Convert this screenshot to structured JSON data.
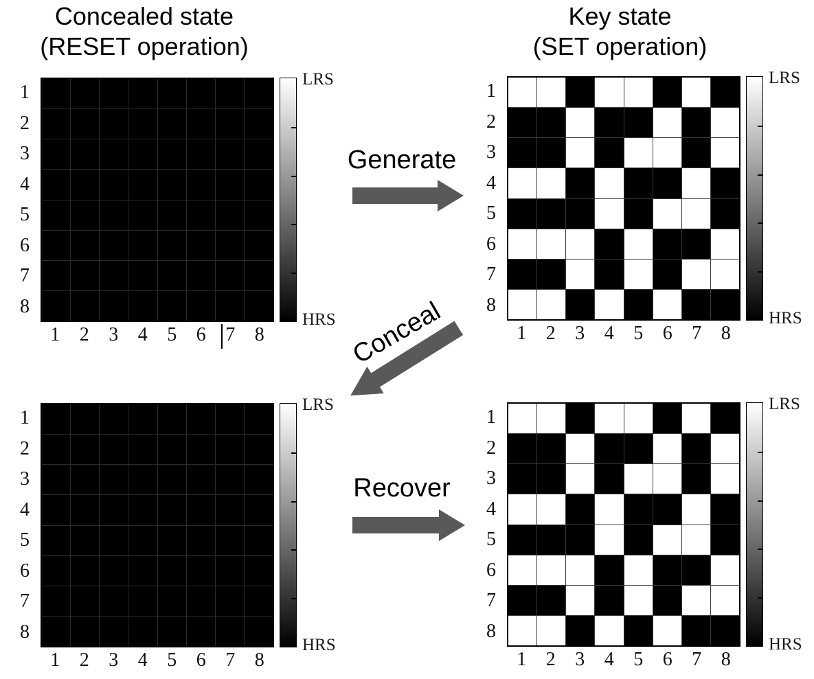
{
  "titles": {
    "left_line1": "Concealed state",
    "left_line2": "(RESET operation)",
    "right_line1": "Key state",
    "right_line2": "(SET operation)"
  },
  "arrows": {
    "generate_label": "Generate",
    "conceal_label": "Conceal",
    "recover_label": "Recover",
    "color": "#595959"
  },
  "colorbar": {
    "top_label": "LRS",
    "bottom_label": "HRS",
    "top_color": "#ffffff",
    "bottom_color": "#000000"
  },
  "axis": {
    "x_labels": [
      "1",
      "2",
      "3",
      "4",
      "5",
      "6",
      "7",
      "8"
    ],
    "y_labels": [
      "1",
      "2",
      "3",
      "4",
      "5",
      "6",
      "7",
      "8"
    ]
  },
  "chart_data": [
    {
      "type": "heatmap",
      "name": "concealed-state-top",
      "title": "Concealed state (RESET operation)",
      "x": [
        1,
        2,
        3,
        4,
        5,
        6,
        7,
        8
      ],
      "y": [
        1,
        2,
        3,
        4,
        5,
        6,
        7,
        8
      ],
      "legend": {
        "high": "LRS",
        "low": "HRS"
      },
      "value_encoding": "1 = LRS (white), 0 = HRS (black)",
      "matrix": [
        [
          0,
          0,
          0,
          0,
          0,
          0,
          0,
          0
        ],
        [
          0,
          0,
          0,
          0,
          0,
          0,
          0,
          0
        ],
        [
          0,
          0,
          0,
          0,
          0,
          0,
          0,
          0
        ],
        [
          0,
          0,
          0,
          0,
          0,
          0,
          0,
          0
        ],
        [
          0,
          0,
          0,
          0,
          0,
          0,
          0,
          0
        ],
        [
          0,
          0,
          0,
          0,
          0,
          0,
          0,
          0
        ],
        [
          0,
          0,
          0,
          0,
          0,
          0,
          0,
          0
        ],
        [
          0,
          0,
          0,
          0,
          0,
          0,
          0,
          0
        ]
      ]
    },
    {
      "type": "heatmap",
      "name": "key-state-top",
      "title": "Key state (SET operation)",
      "x": [
        1,
        2,
        3,
        4,
        5,
        6,
        7,
        8
      ],
      "y": [
        1,
        2,
        3,
        4,
        5,
        6,
        7,
        8
      ],
      "legend": {
        "high": "LRS",
        "low": "HRS"
      },
      "value_encoding": "1 = LRS (white), 0 = HRS (black)",
      "matrix": [
        [
          1,
          1,
          0,
          1,
          1,
          0,
          1,
          0
        ],
        [
          0,
          0,
          1,
          0,
          0,
          1,
          0,
          1
        ],
        [
          0,
          0,
          1,
          0,
          1,
          1,
          0,
          1
        ],
        [
          1,
          1,
          0,
          1,
          0,
          0,
          1,
          0
        ],
        [
          0,
          0,
          0,
          1,
          0,
          1,
          1,
          0
        ],
        [
          1,
          1,
          1,
          0,
          1,
          0,
          0,
          1
        ],
        [
          0,
          0,
          1,
          0,
          1,
          0,
          1,
          1
        ],
        [
          1,
          1,
          0,
          1,
          0,
          1,
          0,
          0
        ]
      ]
    },
    {
      "type": "heatmap",
      "name": "concealed-state-bottom",
      "title": "",
      "x": [
        1,
        2,
        3,
        4,
        5,
        6,
        7,
        8
      ],
      "y": [
        1,
        2,
        3,
        4,
        5,
        6,
        7,
        8
      ],
      "legend": {
        "high": "LRS",
        "low": "HRS"
      },
      "value_encoding": "1 = LRS (white), 0 = HRS (black)",
      "matrix": [
        [
          0,
          0,
          0,
          0,
          0,
          0,
          0,
          0
        ],
        [
          0,
          0,
          0,
          0,
          0,
          0,
          0,
          0
        ],
        [
          0,
          0,
          0,
          0,
          0,
          0,
          0,
          0
        ],
        [
          0,
          0,
          0,
          0,
          0,
          0,
          0,
          0
        ],
        [
          0,
          0,
          0,
          0,
          0,
          0,
          0,
          0
        ],
        [
          0,
          0,
          0,
          0,
          0,
          0,
          0,
          0
        ],
        [
          0,
          0,
          0,
          0,
          0,
          0,
          0,
          0
        ],
        [
          0,
          0,
          0,
          0,
          0,
          0,
          0,
          0
        ]
      ]
    },
    {
      "type": "heatmap",
      "name": "key-state-bottom",
      "title": "",
      "x": [
        1,
        2,
        3,
        4,
        5,
        6,
        7,
        8
      ],
      "y": [
        1,
        2,
        3,
        4,
        5,
        6,
        7,
        8
      ],
      "legend": {
        "high": "LRS",
        "low": "HRS"
      },
      "value_encoding": "1 = LRS (white), 0 = HRS (black)",
      "matrix": [
        [
          1,
          1,
          0,
          1,
          1,
          0,
          1,
          0
        ],
        [
          0,
          0,
          1,
          0,
          0,
          1,
          0,
          1
        ],
        [
          0,
          0,
          1,
          0,
          1,
          1,
          0,
          1
        ],
        [
          1,
          1,
          0,
          1,
          0,
          0,
          1,
          0
        ],
        [
          0,
          0,
          0,
          1,
          0,
          1,
          1,
          0
        ],
        [
          1,
          1,
          1,
          0,
          1,
          0,
          0,
          1
        ],
        [
          0,
          0,
          1,
          0,
          1,
          0,
          1,
          1
        ],
        [
          1,
          1,
          0,
          1,
          0,
          1,
          0,
          0
        ]
      ]
    }
  ]
}
